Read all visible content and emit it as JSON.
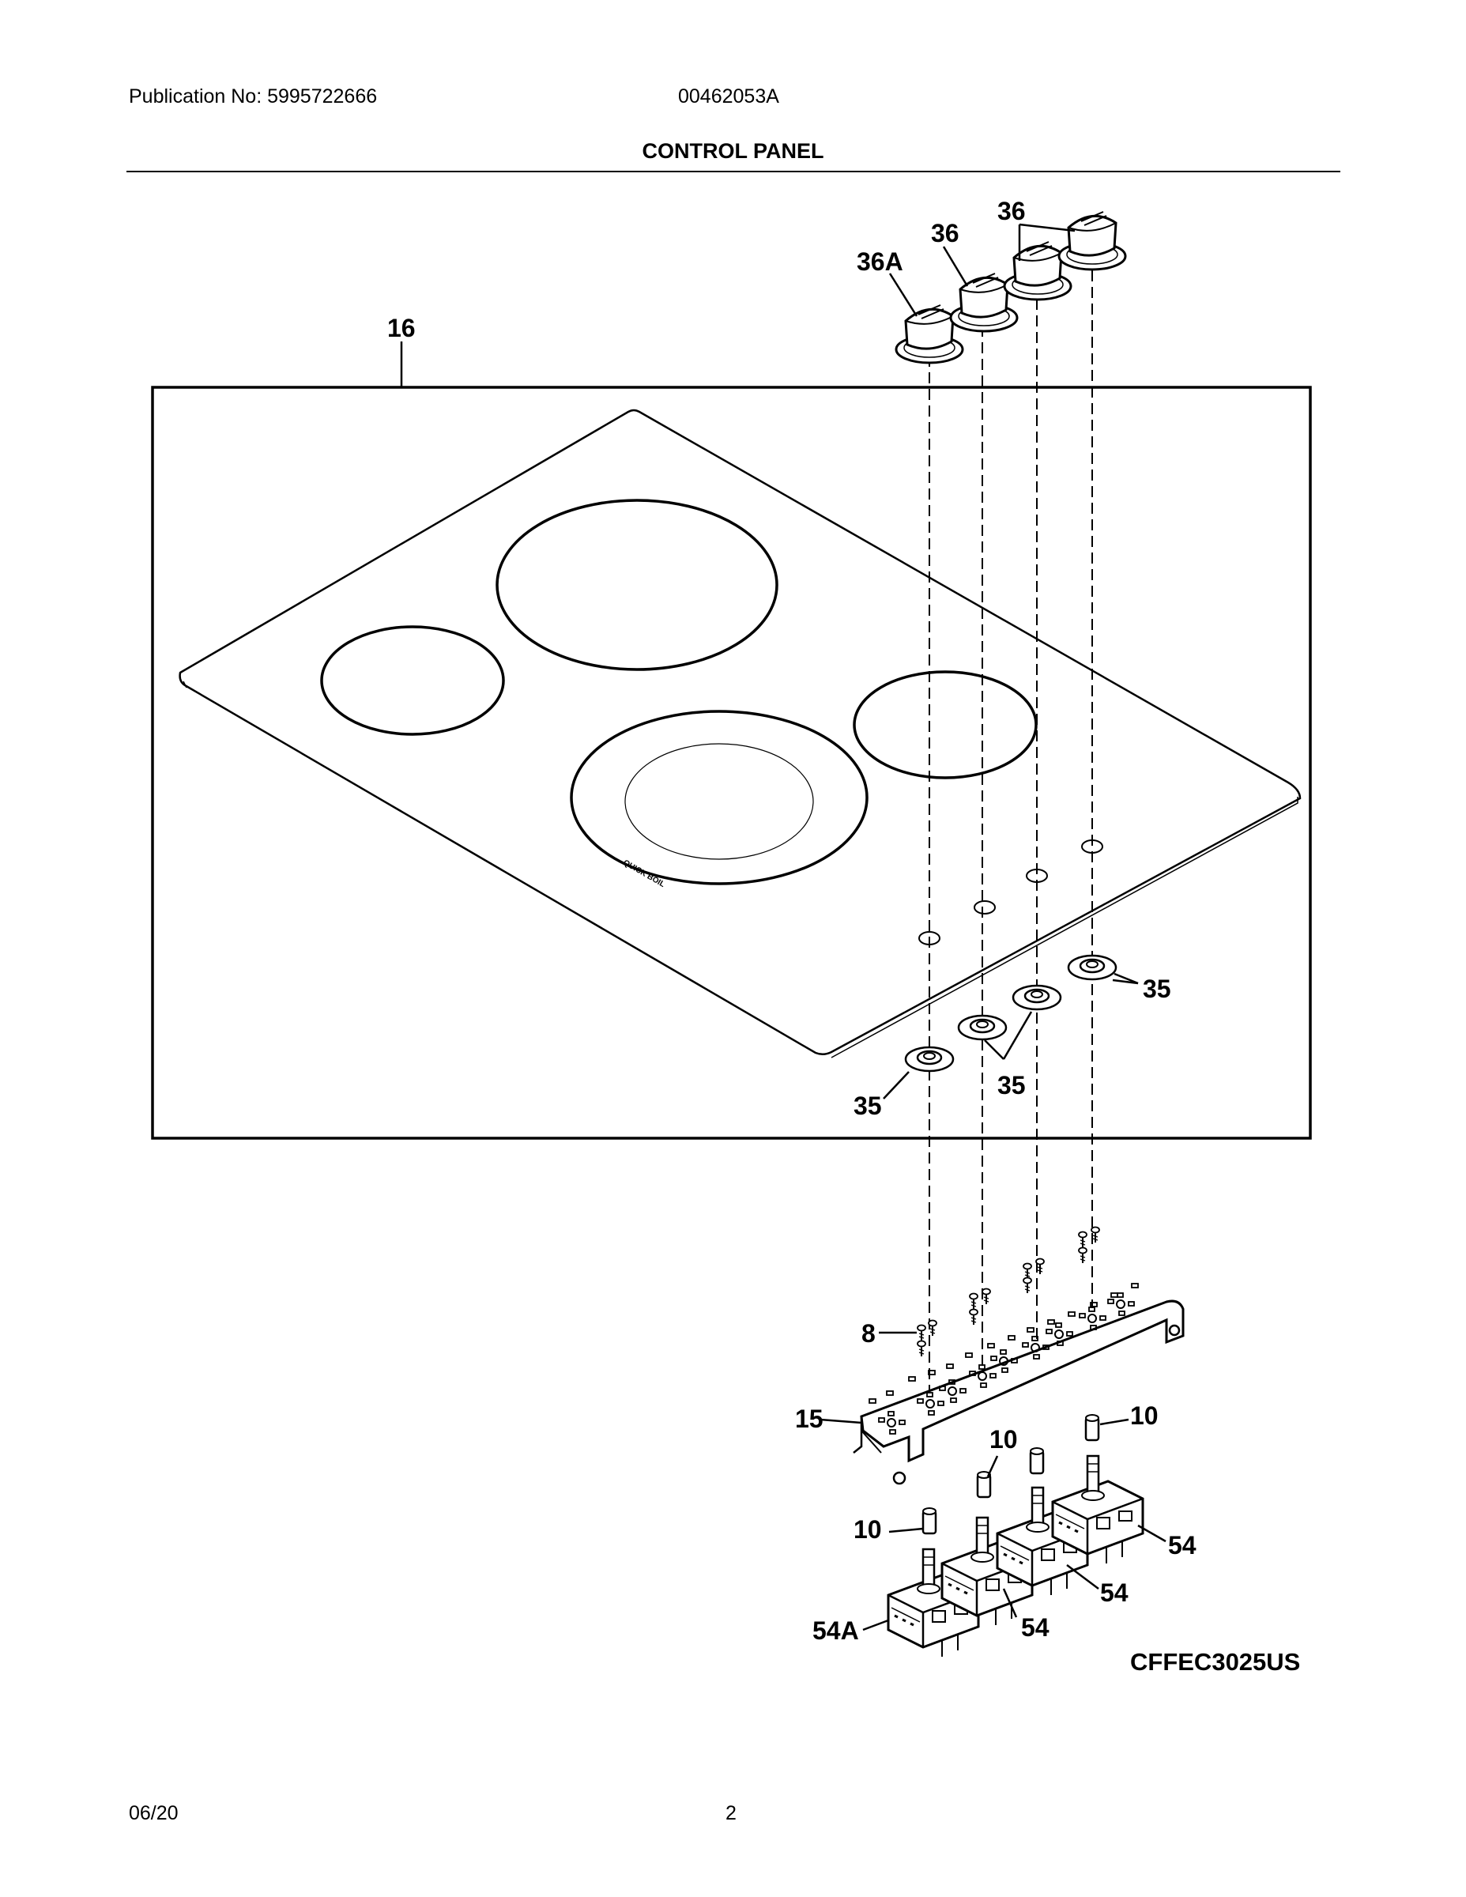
{
  "header": {
    "publication": "Publication No: 5995722666",
    "doc_number": "00462053A",
    "title": "CONTROL PANEL"
  },
  "callouts": {
    "cooktop": "16",
    "knob_36a": "36A",
    "knob_36_a": "36",
    "knob_36_b": "36",
    "bezel_right": "35",
    "bezel_middle": "35",
    "bezel_left": "35",
    "screw": "8",
    "bracket": "15",
    "spacer_left": "10",
    "spacer_middle": "10",
    "spacer_right": "10",
    "switch_54a": "54A",
    "switch_54_a": "54",
    "switch_54_b": "54",
    "switch_54_c": "54"
  },
  "cooktop_imprint": "QUICK BOIL",
  "model": "CFFEC3025US",
  "footer": {
    "date": "06/20",
    "page": "2"
  }
}
